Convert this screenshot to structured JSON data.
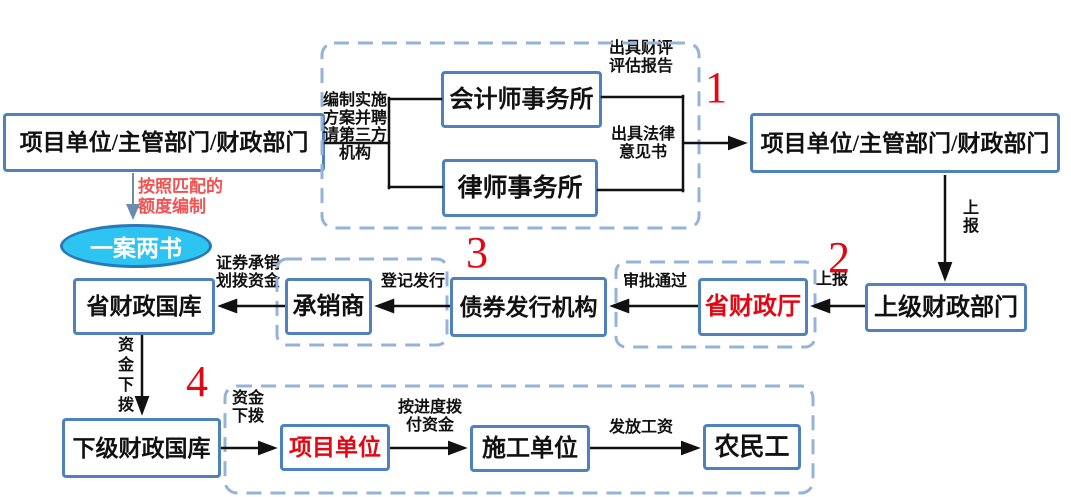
{
  "colors": {
    "box_border": "#4f81bd",
    "dashed_border": "#95b3d7",
    "arrow_black": "#111111",
    "arrow_blue": "#6b8cab",
    "step_red": "#e30613",
    "note_red": "#f25252",
    "red_box_text": "#e30613",
    "ellipse_fill": "#2ec4f2",
    "ellipse_border": "#2879b8",
    "ellipse_text": "#ffffff"
  },
  "nodes": {
    "unit_left": "项目单位/主管部门/财政部门",
    "accounting_firm": "会计师事务所",
    "law_firm": "律师事务所",
    "unit_right": "项目单位/主管部门/财政部门",
    "higher_finance_dept": "上级财政部门",
    "provincial_finance_dept": "省财政厅",
    "bond_issuing_agency": "债券发行机构",
    "underwriter": "承销商",
    "provincial_treasury": "省财政国库",
    "lower_treasury": "下级财政国库",
    "project_unit": "项目单位",
    "construction_unit": "施工单位",
    "migrant_workers": "农民工",
    "one_plan_two_letters": "一案两书"
  },
  "labels": {
    "prepare_plan_hire": "编制实施\n方案并聘\n请第三方\n机构",
    "financial_evaluation_report": "出具财评\n评估报告",
    "legal_opinion_letter": "出具法律\n意见书",
    "report_up_vertical": "上\n报",
    "report_up": "上报",
    "approval_passed": "审批通过",
    "register_issue": "登记发行",
    "underwriting_transfer": "证券承销\n划拨资金",
    "funds_allocation_vertical": "资\n金\n下\n拨",
    "funds_allocation": "资金\n下拨",
    "progress_payment": "按进度拨\n付资金",
    "pay_wages": "发放工资",
    "quota_note": "按照匹配的\n额度编制"
  },
  "steps": {
    "s1": "1",
    "s2": "2",
    "s3": "3",
    "s4": "4"
  }
}
